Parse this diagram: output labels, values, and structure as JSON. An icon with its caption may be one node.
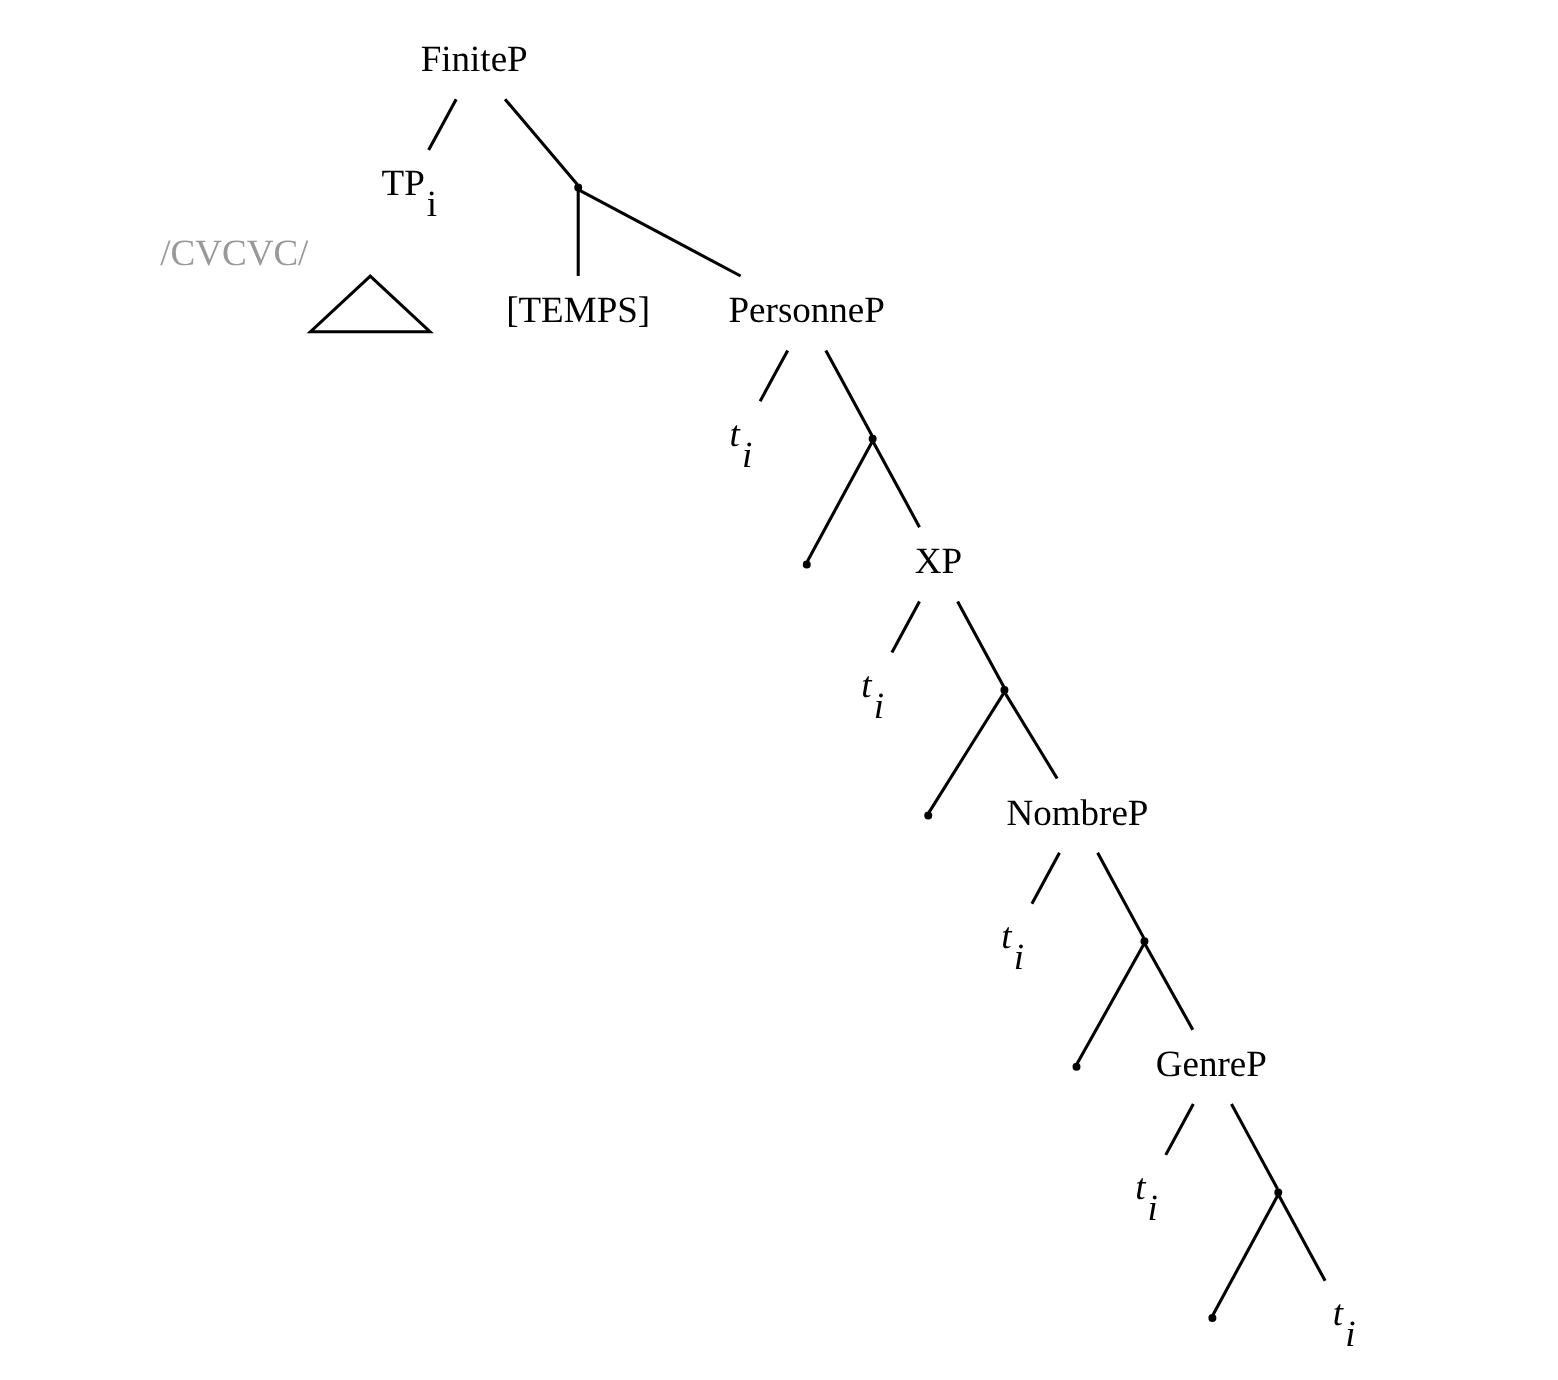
{
  "diagram": {
    "nodes": [
      {
        "text": [
          "FiniteP"
        ]
      },
      {
        "text": [
          "TP$_{i}$"
        ]
      },
      {
        "text": [],
        "shape": "triangle",
        "beside": [
          "/CVCVC/"
        ]
      },
      {
        "text": [],
        "shape": "point"
      },
      {
        "text": [
          "[TEMPS]"
        ]
      },
      {
        "text": [
          "PersonneP"
        ]
      },
      {
        "text": [
          "t$_{i}$"
        ]
      },
      {
        "text": [],
        "shape": "point"
      },
      {
        "text": [],
        "shape": "point"
      },
      {
        "text": [
          "XP"
        ]
      },
      {
        "text": [
          "t$_{i}$"
        ]
      },
      {
        "text": [],
        "shape": "point"
      },
      {
        "text": [],
        "shape": "point"
      },
      {
        "text": [
          "NombreP"
        ]
      },
      {
        "text": [
          "t$_{i}$"
        ]
      },
      {
        "text": [],
        "shape": "point"
      },
      {
        "text": [],
        "shape": "point"
      },
      {
        "text": [
          "GenreP"
        ]
      },
      {
        "text": [
          "t$_{i}$"
        ]
      },
      {
        "text": [],
        "shape": "point"
      },
      {
        "text": [],
        "shape": "point"
      },
      {
        "text": [
          "t$_{i}$"
        ]
      }
    ],
    "edges": [
      {
        "from": 0,
        "to": 1,
        "arrow": "none"
      },
      {
        "from": 0,
        "to": 3,
        "arrow": "none"
      },
      {
        "from": 3,
        "to": 4,
        "arrow": "none"
      },
      {
        "from": 3,
        "to": 5,
        "arrow": "none"
      },
      {
        "from": 5,
        "to": 6,
        "arrow": "none"
      },
      {
        "from": 5,
        "to": 7,
        "arrow": "none"
      },
      {
        "from": 7,
        "to": 8,
        "arrow": "none"
      },
      {
        "from": 7,
        "to": 9,
        "arrow": "none"
      },
      {
        "from": 9,
        "to": 10,
        "arrow": "none"
      },
      {
        "from": 9,
        "to": 11,
        "arrow": "none"
      },
      {
        "from": 11,
        "to": 12,
        "arrow": "none"
      },
      {
        "from": 11,
        "to": 13,
        "arrow": "none"
      },
      {
        "from": 13,
        "to": 14,
        "arrow": "none"
      },
      {
        "from": 13,
        "to": 15,
        "arrow": "none"
      },
      {
        "from": 15,
        "to": 16,
        "arrow": "none"
      },
      {
        "from": 15,
        "to": 17,
        "arrow": "none"
      },
      {
        "from": 17,
        "to": 18,
        "arrow": "none"
      },
      {
        "from": 17,
        "to": 19,
        "arrow": "none"
      },
      {
        "from": 19,
        "to": 20,
        "arrow": "none"
      },
      {
        "from": 19,
        "to": 21,
        "arrow": "none"
      }
    ]
  }
}
